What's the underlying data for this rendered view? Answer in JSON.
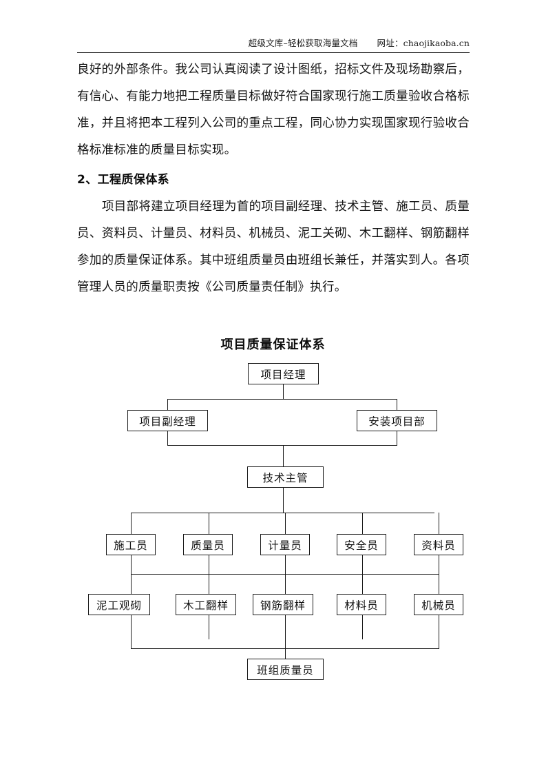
{
  "header": {
    "site": "超级文库–轻松获取海量文档",
    "url_label": "网址：",
    "url": "chaojikaoba.cn"
  },
  "body": {
    "paragraph_1": "良好的外部条件。我公司认真阅读了设计图纸，招标文件及现场勘察后，有信心、有能力地把工程质量目标做好符合国家现行施工质量验收合格标准，并且将把本工程列入公司的重点工程，同心协力实现国家现行验收合格标准标准的质量目标实现。",
    "heading_2": "2、工程质保体系",
    "paragraph_2": "项目部将建立项目经理为首的项目副经理、技术主管、施工员、质量员、资料员、计量员、材料员、机械员、泥工关砌、木工翻样、钢筋翻样参加的质量保证体系。其中班组质量员由班组长兼任，并落实到人。各项管理人员的质量职责按《公司质量责任制》执行。"
  },
  "chart": {
    "title": "项目质量保证体系",
    "level1": {
      "project_manager": "项目经理"
    },
    "level2": {
      "deputy_manager": "项目副经理",
      "installation_dept": "安装项目部"
    },
    "level3": {
      "tech_supervisor": "技术主管"
    },
    "level4": [
      "施工员",
      "质量员",
      "计量员",
      "安全员",
      "资料员"
    ],
    "level5": [
      "泥工观砌",
      "木工翻样",
      "钢筋翻样",
      "材料员",
      "机械员"
    ],
    "level6": {
      "team_quality_inspector": "班组质量员"
    }
  }
}
